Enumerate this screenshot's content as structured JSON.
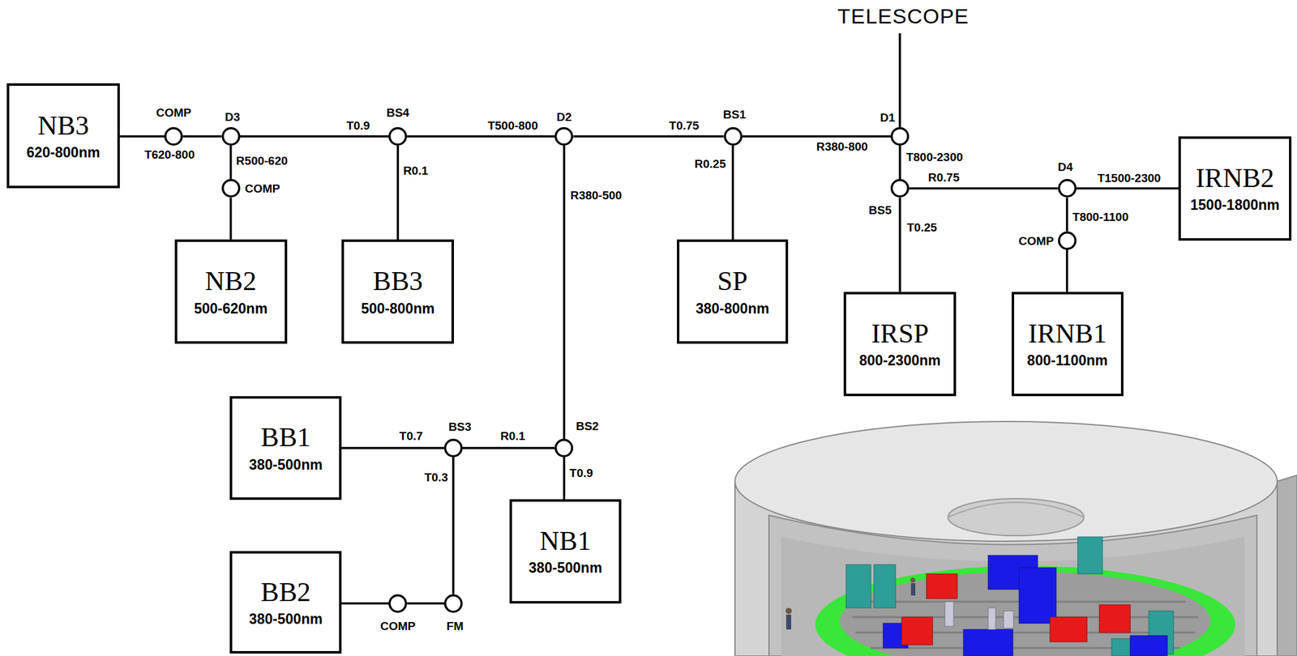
{
  "diagram": {
    "nodes": [
      {
        "text": [
          "NB3",
          "620-800nm"
        ]
      },
      {
        "text": [
          "COMP"
        ]
      },
      {
        "text": [
          "D3"
        ]
      },
      {
        "text": [
          "BS4"
        ]
      },
      {
        "text": [
          "D2"
        ]
      },
      {
        "text": [
          "BS1"
        ]
      },
      {
        "text": [
          "D1"
        ]
      },
      {
        "text": [
          "BS5"
        ]
      },
      {
        "text": [
          "D4"
        ]
      },
      {
        "text": [
          "IRNB2",
          "1500-1800nm"
        ]
      },
      {
        "text": [
          "COMP"
        ]
      },
      {
        "text": [
          "COMP"
        ]
      },
      {
        "text": [
          "NB2",
          "500-620nm"
        ]
      },
      {
        "text": [
          "BB3",
          "500-800nm"
        ]
      },
      {
        "text": [
          "SP",
          "380-800nm"
        ]
      },
      {
        "text": [
          "IRSP",
          "800-2300nm"
        ]
      },
      {
        "text": [
          "IRNB1",
          "800-1100nm"
        ]
      },
      {
        "text": [
          "BS3"
        ]
      },
      {
        "text": [
          "BS2"
        ]
      },
      {
        "text": [
          "BB1",
          "380-500nm"
        ]
      },
      {
        "text": [
          "NB1",
          "380-500nm"
        ]
      },
      {
        "text": [
          "COMP"
        ]
      },
      {
        "text": [
          "FM"
        ]
      },
      {
        "text": [
          "BB2",
          "380-500nm"
        ]
      }
    ],
    "edges": [
      {
        "from": 6,
        "to": 5,
        "arrow": "none",
        "label": "R380-800"
      },
      {
        "from": 5,
        "to": 4,
        "arrow": "none",
        "label": "T0.75"
      },
      {
        "from": 5,
        "to": 14,
        "arrow": "none",
        "label": "R0.25"
      },
      {
        "from": 4,
        "to": 3,
        "arrow": "none",
        "label": "T500-800"
      },
      {
        "from": 4,
        "to": 18,
        "arrow": "none",
        "label": "R380-500"
      },
      {
        "from": 3,
        "to": 2,
        "arrow": "none",
        "label": "T0.9"
      },
      {
        "from": 3,
        "to": 13,
        "arrow": "none",
        "label": "R0.1"
      },
      {
        "from": 2,
        "to": 1,
        "arrow": "none",
        "label": "T620-800"
      },
      {
        "from": 1,
        "to": 0,
        "arrow": "none"
      },
      {
        "from": 2,
        "to": 10,
        "arrow": "none",
        "label": "R500-620"
      },
      {
        "from": 10,
        "to": 12,
        "arrow": "none"
      },
      {
        "from": 6,
        "to": 7,
        "arrow": "none",
        "label": "T800-2300"
      },
      {
        "from": 7,
        "to": 8,
        "arrow": "none",
        "label": "R0.75"
      },
      {
        "from": 7,
        "to": 15,
        "arrow": "none",
        "label": "T0.25"
      },
      {
        "from": 8,
        "to": 9,
        "arrow": "none",
        "label": "T1500-2300"
      },
      {
        "from": 8,
        "to": 11,
        "arrow": "none",
        "label": "T800-1100"
      },
      {
        "from": 11,
        "to": 16,
        "arrow": "none"
      },
      {
        "from": 18,
        "to": 17,
        "arrow": "none",
        "label": "R0.1"
      },
      {
        "from": 18,
        "to": 20,
        "arrow": "none",
        "label": "T0.9"
      },
      {
        "from": 17,
        "to": 19,
        "arrow": "none",
        "label": "T0.7"
      },
      {
        "from": 17,
        "to": 22,
        "arrow": "none",
        "label": "T0.3"
      },
      {
        "from": 22,
        "to": 21,
        "arrow": "none"
      },
      {
        "from": 21,
        "to": 23,
        "arrow": "none"
      }
    ],
    "labels": [
      "TELESCOPE"
    ]
  }
}
